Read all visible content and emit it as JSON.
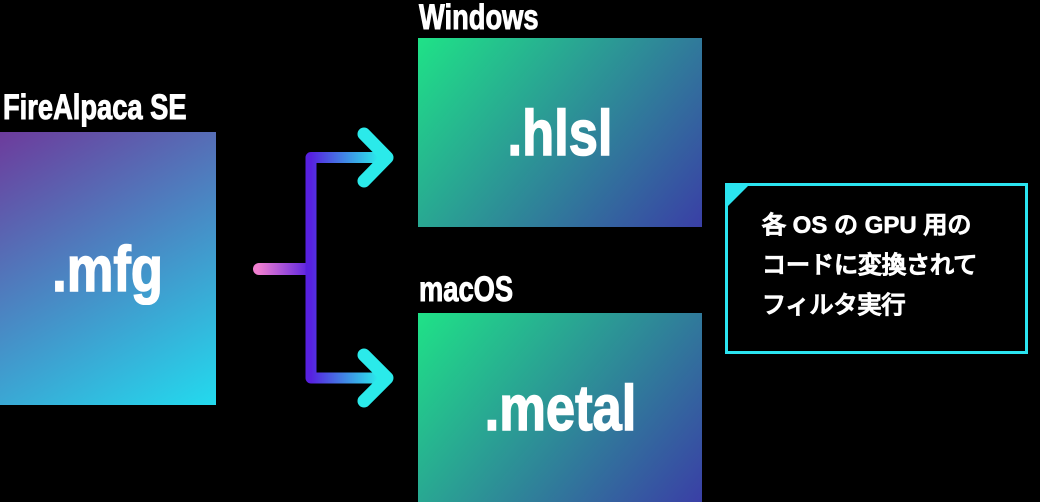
{
  "source": {
    "app_label": "FireAlpaca SE",
    "file_type": ".mfg"
  },
  "targets": [
    {
      "os": "Windows",
      "file_type": ".hlsl"
    },
    {
      "os": "macOS",
      "file_type": ".metal"
    }
  ],
  "note": {
    "lines": [
      "各 OS の GPU 用の",
      "コードに変換されて",
      "フィルタ実行"
    ]
  },
  "colors": {
    "background": "#000000",
    "source_gradient_start": "#6d3b9c",
    "source_gradient_end": "#23daee",
    "target_gradient_start": "#1fe287",
    "target_gradient_end": "#3a3fa6",
    "arrow_pink": "#f07fd0",
    "arrow_indigo": "#5721e0",
    "arrow_cyan": "#2beaea",
    "note_border": "#2be4f0",
    "text": "#ffffff"
  }
}
